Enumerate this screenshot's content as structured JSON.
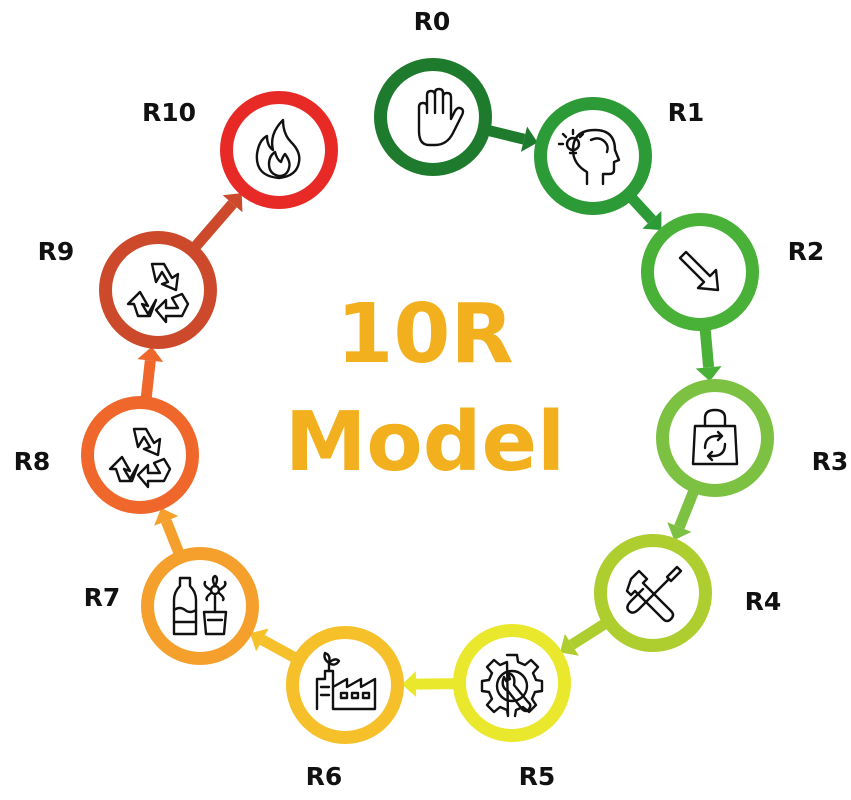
{
  "title": {
    "line1": "10R",
    "line2": "Model",
    "color": "#f2b01e"
  },
  "steps": [
    {
      "label": "R0",
      "icon": "hand-stop-icon",
      "color": "#1e7a2c"
    },
    {
      "label": "R1",
      "icon": "head-idea-icon",
      "color": "#2c9a36"
    },
    {
      "label": "R2",
      "icon": "arrow-down-right-icon",
      "color": "#49b038"
    },
    {
      "label": "R3",
      "icon": "reusable-bag-icon",
      "color": "#7cc142"
    },
    {
      "label": "R4",
      "icon": "tools-icon",
      "color": "#aecd2e"
    },
    {
      "label": "R5",
      "icon": "gear-wrench-icon",
      "color": "#eae82d"
    },
    {
      "label": "R6",
      "icon": "factory-icon",
      "color": "#f5c029"
    },
    {
      "label": "R7",
      "icon": "bottle-plant-icon",
      "color": "#f5a02c"
    },
    {
      "label": "R8",
      "icon": "recycle-icon",
      "color": "#f0672b"
    },
    {
      "label": "R9",
      "icon": "recycle-icon",
      "color": "#cc4a2b"
    },
    {
      "label": "R10",
      "icon": "flame-icon",
      "color": "#e82a27"
    }
  ]
}
